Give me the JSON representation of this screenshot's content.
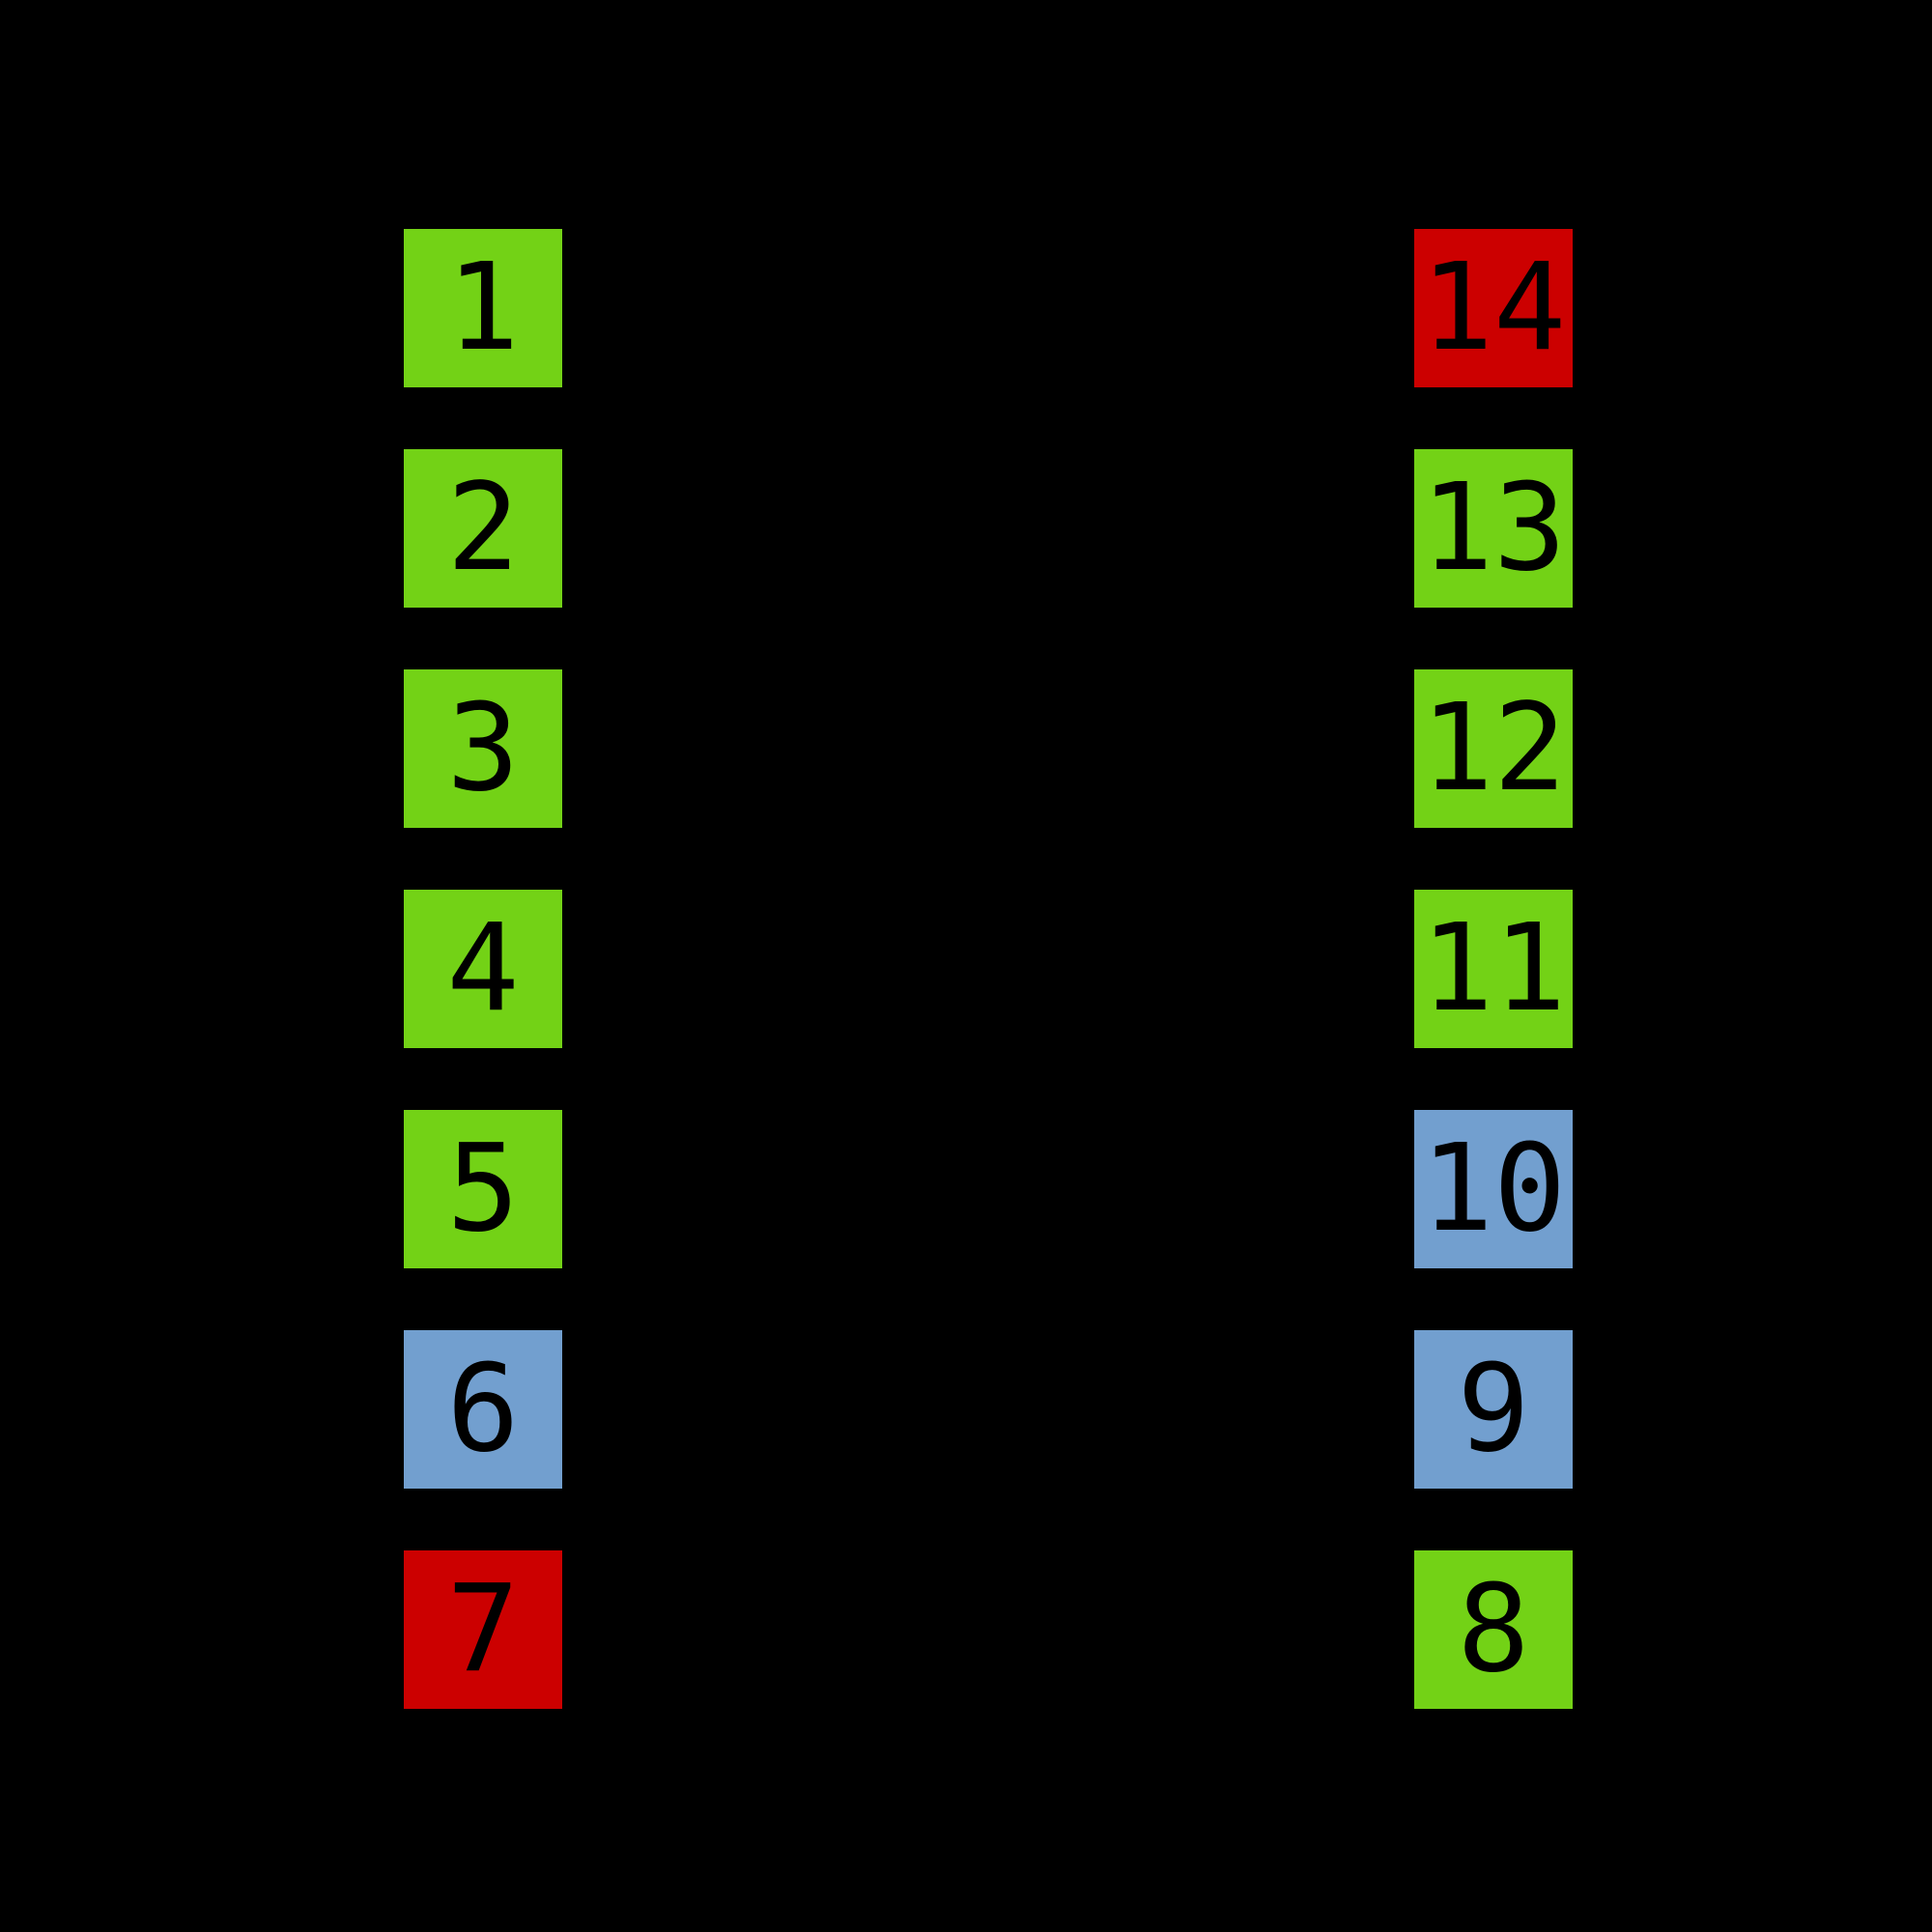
{
  "diagram": {
    "type": "ic-pinout",
    "background": "#000000",
    "text_color": "#000000",
    "palette": {
      "green": "#73d216",
      "blue": "#729fcf",
      "red": "#cc0000"
    },
    "left_column": {
      "pins": [
        {
          "number": "1",
          "color": "green"
        },
        {
          "number": "2",
          "color": "green"
        },
        {
          "number": "3",
          "color": "green"
        },
        {
          "number": "4",
          "color": "green"
        },
        {
          "number": "5",
          "color": "green"
        },
        {
          "number": "6",
          "color": "blue"
        },
        {
          "number": "7",
          "color": "red"
        }
      ]
    },
    "right_column": {
      "pins": [
        {
          "number": "14",
          "color": "red"
        },
        {
          "number": "13",
          "color": "green"
        },
        {
          "number": "12",
          "color": "green"
        },
        {
          "number": "11",
          "color": "green"
        },
        {
          "number": "10",
          "color": "blue"
        },
        {
          "number": "9",
          "color": "blue"
        },
        {
          "number": "8",
          "color": "green"
        }
      ]
    }
  }
}
